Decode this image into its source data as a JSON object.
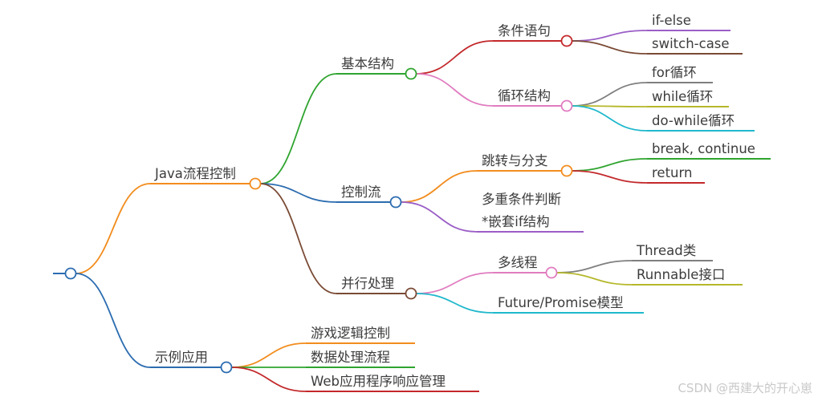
{
  "mindmap": {
    "root": {
      "label": "",
      "color": "#2b6cb0"
    },
    "branches": [
      {
        "label": "Java流程控制",
        "color": "#f28c1d",
        "children": [
          {
            "label": "基本结构",
            "color": "#2ea42e",
            "children": [
              {
                "label": "条件语句",
                "color": "#c3282b",
                "children": [
                  {
                    "label": "if-else",
                    "color": "#9a5ec6"
                  },
                  {
                    "label": "switch-case",
                    "color": "#7a4a35"
                  }
                ]
              },
              {
                "label": "循环结构",
                "color": "#e07cc0",
                "children": [
                  {
                    "label": "for循环",
                    "color": "#7f7f7f"
                  },
                  {
                    "label": "while循环",
                    "color": "#b5b82a"
                  },
                  {
                    "label": "do-while循环",
                    "color": "#1fb8cc"
                  }
                ]
              }
            ]
          },
          {
            "label": "控制流",
            "color": "#2b6cb0",
            "children": [
              {
                "label": "跳转与分支",
                "color": "#f28c1d",
                "children": [
                  {
                    "label": "break, continue",
                    "color": "#2ea42e"
                  },
                  {
                    "label": "return",
                    "color": "#c3282b"
                  }
                ]
              },
              {
                "label": "多重条件判断\n*嵌套if结构",
                "color": "#9a5ec6"
              }
            ]
          },
          {
            "label": "并行处理",
            "color": "#7a4a35",
            "children": [
              {
                "label": "多线程",
                "color": "#e07cc0",
                "children": [
                  {
                    "label": "Thread类",
                    "color": "#7f7f7f"
                  },
                  {
                    "label": "Runnable接口",
                    "color": "#b5b82a"
                  }
                ]
              },
              {
                "label": "Future/Promise模型",
                "color": "#1fb8cc"
              }
            ]
          }
        ]
      },
      {
        "label": "示例应用",
        "color": "#2b6cb0",
        "children": [
          {
            "label": "游戏逻辑控制",
            "color": "#f28c1d"
          },
          {
            "label": "数据处理流程",
            "color": "#2ea42e"
          },
          {
            "label": "Web应用程序响应管理",
            "color": "#c3282b"
          }
        ]
      }
    ]
  },
  "watermark": "CSDN @西建大的开心崽"
}
